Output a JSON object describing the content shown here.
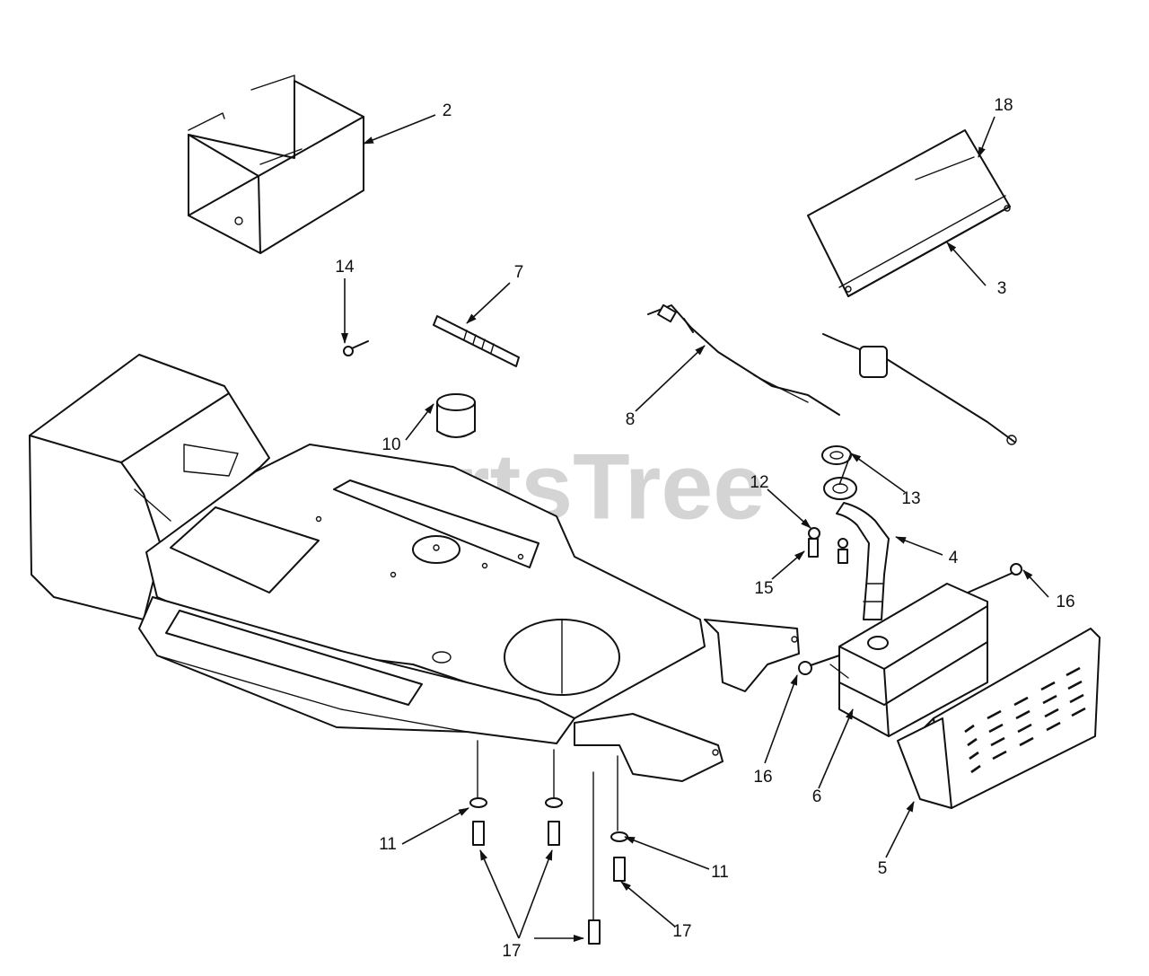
{
  "watermark": "PartsTree",
  "callouts": [
    {
      "id": "c2",
      "text": "2"
    },
    {
      "id": "c18",
      "text": "18"
    },
    {
      "id": "c3",
      "text": "3"
    },
    {
      "id": "c14",
      "text": "14"
    },
    {
      "id": "c7",
      "text": "7"
    },
    {
      "id": "c10",
      "text": "10"
    },
    {
      "id": "c8",
      "text": "8"
    },
    {
      "id": "c13",
      "text": "13"
    },
    {
      "id": "c12",
      "text": "12"
    },
    {
      "id": "c4",
      "text": "4"
    },
    {
      "id": "c15",
      "text": "15"
    },
    {
      "id": "c16a",
      "text": "16"
    },
    {
      "id": "c16b",
      "text": "16"
    },
    {
      "id": "c6",
      "text": "6"
    },
    {
      "id": "c5",
      "text": "5"
    },
    {
      "id": "c11a",
      "text": "11"
    },
    {
      "id": "c11b",
      "text": "11"
    },
    {
      "id": "c17a",
      "text": "17"
    },
    {
      "id": "c17b",
      "text": "17"
    }
  ]
}
